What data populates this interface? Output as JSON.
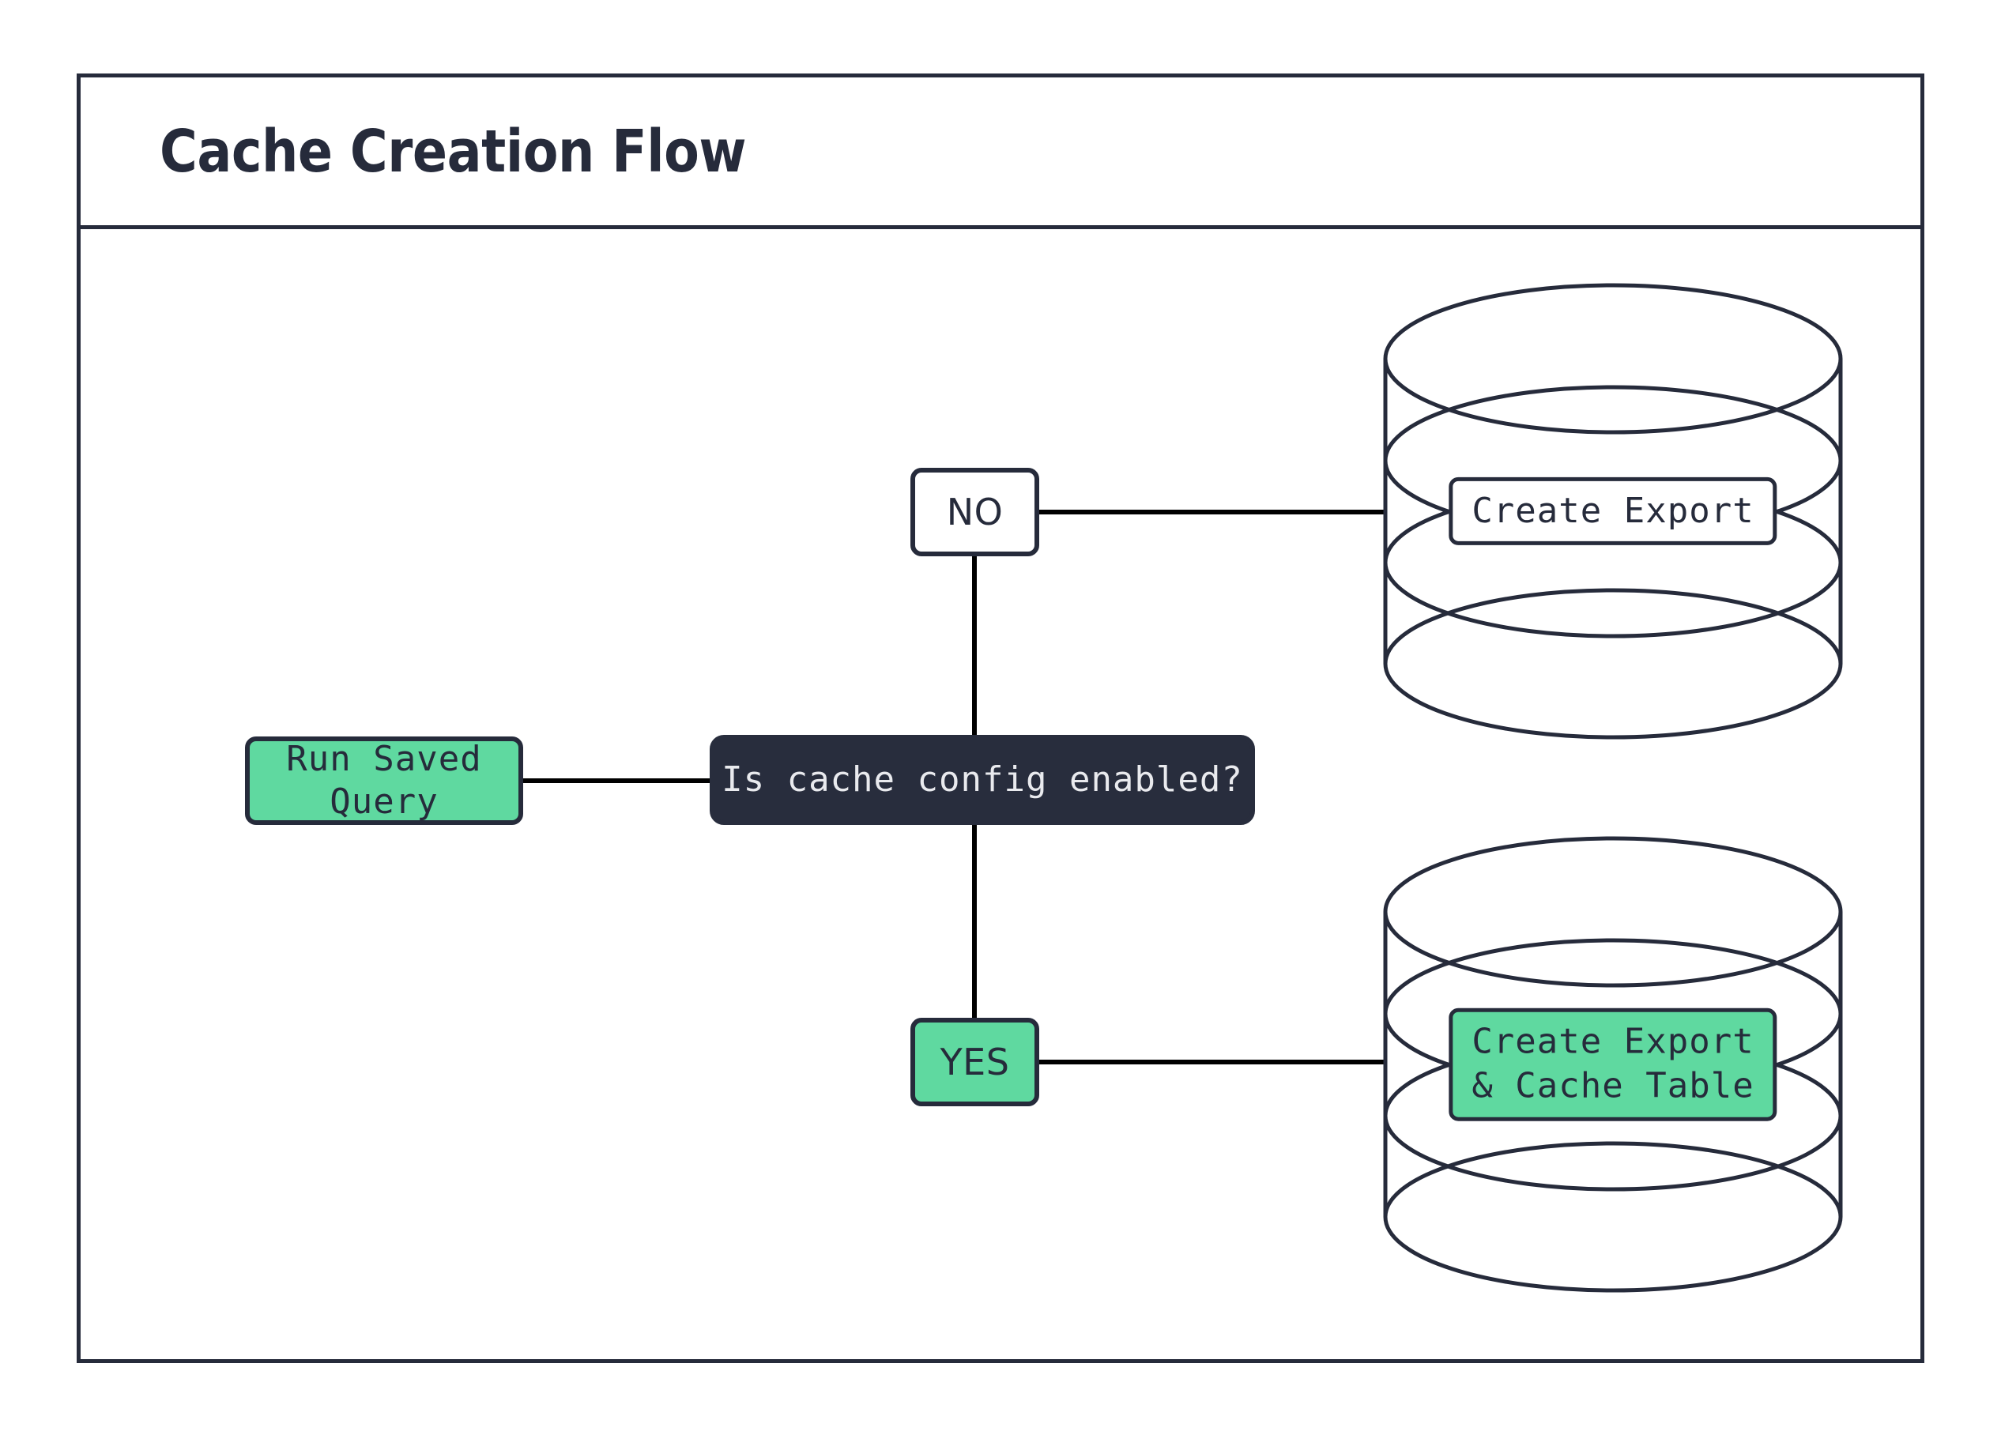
{
  "diagram": {
    "title": "Cache Creation Flow",
    "type": "flowchart",
    "colors": {
      "accent_green": "#5fd9a0",
      "dark_navy": "#262b3b",
      "dark_node_fill": "#282d3d",
      "dark_node_text": "#e9eaee",
      "edge": "#000000",
      "background": "#ffffff"
    },
    "nodes": [
      {
        "id": "run-saved-query",
        "label": "Run Saved Query",
        "shape": "rounded-rect",
        "style": "green"
      },
      {
        "id": "decision",
        "label": "Is cache config enabled?",
        "shape": "rounded-rect",
        "style": "dark"
      },
      {
        "id": "no",
        "label": "NO",
        "shape": "rounded-rect",
        "style": "white"
      },
      {
        "id": "yes",
        "label": "YES",
        "shape": "rounded-rect",
        "style": "green"
      },
      {
        "id": "db-top",
        "label": "Create Export",
        "shape": "database-cylinder",
        "style": "white-label"
      },
      {
        "id": "db-bottom",
        "label": "Create Export\n& Cache Table",
        "label_line1": "Create Export",
        "label_line2": "& Cache Table",
        "shape": "database-cylinder",
        "style": "green-label"
      }
    ],
    "edges": [
      {
        "from": "run-saved-query",
        "to": "decision",
        "label": ""
      },
      {
        "from": "decision",
        "to": "no",
        "label": ""
      },
      {
        "from": "decision",
        "to": "yes",
        "label": ""
      },
      {
        "from": "no",
        "to": "db-top",
        "label": ""
      },
      {
        "from": "yes",
        "to": "db-bottom",
        "label": ""
      }
    ]
  }
}
